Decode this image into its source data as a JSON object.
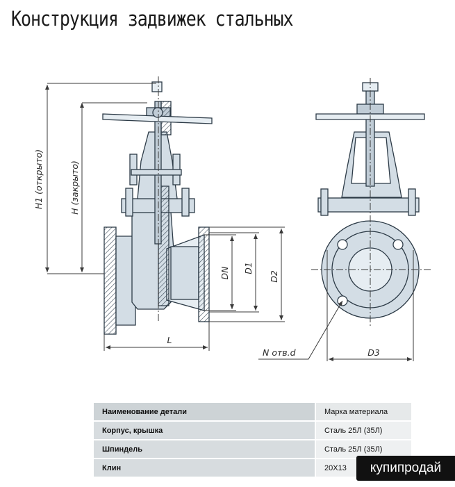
{
  "page": {
    "title": "Конструкция задвижек стальных"
  },
  "drawing": {
    "labels": {
      "h1": "H1 (открыто)",
      "h": "H (закрыто)",
      "dn": "DN",
      "d1": "D1",
      "d2": "D2",
      "l": "L",
      "n": "N отв.d",
      "d3": "D3"
    }
  },
  "table": {
    "header": {
      "part": "Наименование детали",
      "material": "Марка материала"
    },
    "rows": [
      {
        "part": "Корпус, крышка",
        "material": "Сталь 25Л (35Л)"
      },
      {
        "part": "Шпиндель",
        "material": "Сталь 25Л (35Л)"
      },
      {
        "part": "Клин",
        "material": "20Х13"
      }
    ]
  },
  "watermark": {
    "text": "купипродай"
  }
}
